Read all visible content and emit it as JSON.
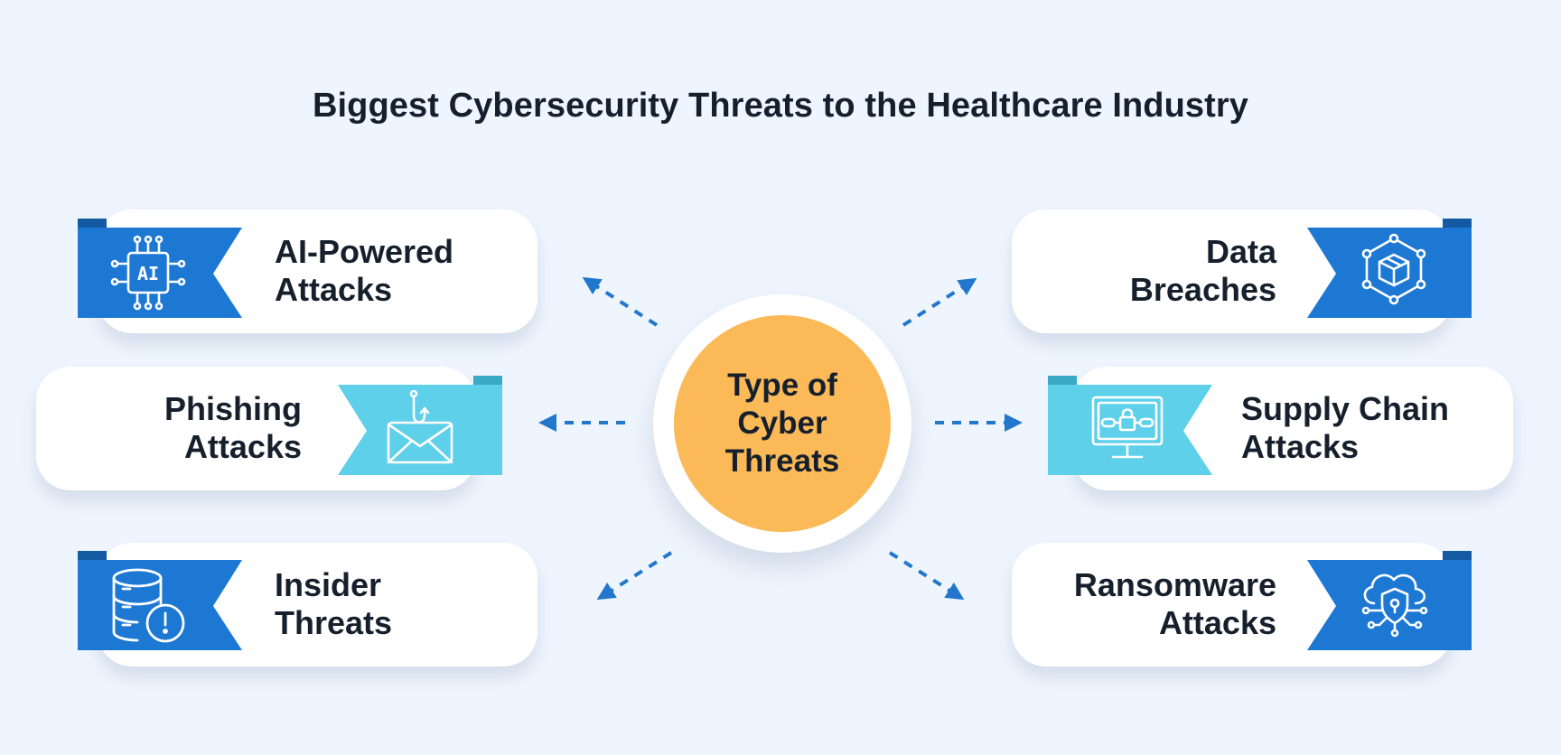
{
  "title": "Biggest Cybersecurity Threats to the Healthcare Industry",
  "center": {
    "line1": "Type of",
    "line2": "Cyber",
    "line3": "Threats"
  },
  "threats": {
    "ai": {
      "line1": "AI-Powered",
      "line2": "Attacks",
      "icon": "ai-chip-icon",
      "icon_text": "AI"
    },
    "phishing": {
      "line1": "Phishing",
      "line2": "Attacks",
      "icon": "phishing-envelope-hook-icon"
    },
    "insider": {
      "line1": "Insider",
      "line2": "Threats",
      "icon": "database-alert-icon"
    },
    "breach": {
      "line1": "Data",
      "line2": "Breaches",
      "icon": "network-box-icon"
    },
    "supply": {
      "line1": "Supply Chain",
      "line2": "Attacks",
      "icon": "monitor-lock-chain-icon"
    },
    "ransomware": {
      "line1": "Ransomware",
      "line2": "Attacks",
      "icon": "cloud-shield-icon"
    }
  },
  "colors": {
    "background": "#eef5fe",
    "dark_ribbon": "#1d78d4",
    "dark_ribbon_fold": "#145aa3",
    "light_ribbon": "#5fd0ea",
    "light_ribbon_fold": "#3aa9c6",
    "center_core": "#fcb957",
    "arrow": "#2277cc",
    "text": "#16202d"
  }
}
